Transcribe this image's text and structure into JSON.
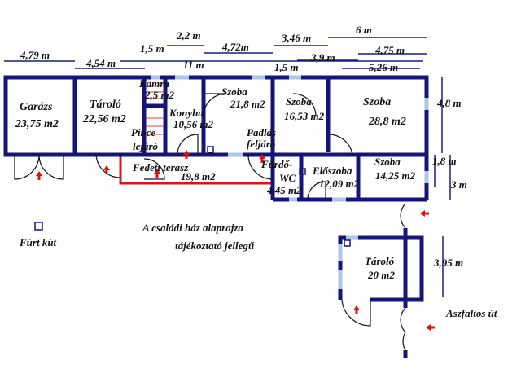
{
  "title": "A családi ház alaprajza",
  "subtitle": "tájékoztató jellegű",
  "rooms": {
    "garazs": {
      "name": "Garázs",
      "area": "23,75 m2"
    },
    "tarolo": {
      "name": "Tároló",
      "area": "22,56 m2"
    },
    "kamra": {
      "name": "Kamra",
      "area": "2,5 m2"
    },
    "konyha": {
      "name": "Konyha",
      "area": "10,56 m2"
    },
    "pince": {
      "name": "Pince",
      "name2": "lejáró"
    },
    "terasz": {
      "name": "Fedett terasz",
      "area": "19,8 m2"
    },
    "szoba1": {
      "name": "Szoba",
      "area": "21,8 m2"
    },
    "padlas": {
      "name": "Padlás",
      "name2": "feljáró"
    },
    "szoba2": {
      "name": "Szoba",
      "area": "16,53 m2"
    },
    "szoba3": {
      "name": "Szoba",
      "area": "28,8 m2"
    },
    "furdo": {
      "name": "Fürdő-",
      "name2": "WC",
      "area": "4,45 m2"
    },
    "eloszoba": {
      "name": "Előszoba",
      "area": "12,09 m2"
    },
    "szoba4": {
      "name": "Szoba",
      "area": "14,25 m2"
    },
    "tarolo2": {
      "name": "Tároló",
      "area": "20 m2"
    }
  },
  "labels": {
    "kut": "Fúrt kút",
    "ut": "Aszfaltos út"
  },
  "dimensions": {
    "d479": "4,79 m",
    "d454": "4,54 m",
    "d15a": "1,5 m",
    "d22": "2,2 m",
    "d11": "11 m",
    "d472": "4,72m",
    "d346": "3,46 m",
    "d6": "6 m",
    "d15b": "1,5 m",
    "d39": "3,9 m",
    "d475": "4,75 m",
    "d526": "5,26 m",
    "d48": "4,8 m",
    "d18": "1,8 m",
    "d3": "3 m",
    "d395": "3,95 m"
  },
  "colors": {
    "wall": "#14147a",
    "window": "#a8c8e8",
    "terrace": "#d01818",
    "arrow": "#e01010"
  }
}
